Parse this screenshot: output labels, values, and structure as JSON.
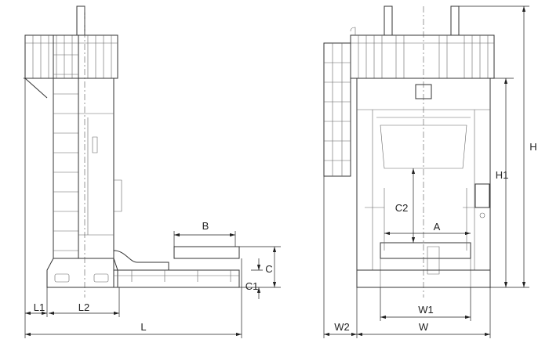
{
  "labels": {
    "B": "B",
    "C": "C",
    "C1": "C1",
    "L1": "L1",
    "L2": "L2",
    "L": "L",
    "A": "A",
    "C2": "C2",
    "H": "H",
    "H1": "H1",
    "W": "W",
    "W1": "W1",
    "W2": "W2"
  },
  "colors": {
    "line": "#333333",
    "background": "#ffffff"
  }
}
